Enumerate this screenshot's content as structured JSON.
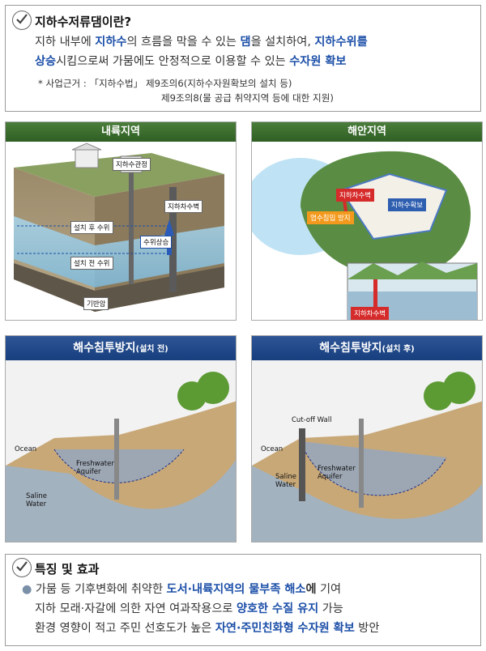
{
  "intro": {
    "heading": "지하수저류댐이란?",
    "line1": {
      "a": "지하 내부에 ",
      "b": "지하수",
      "c": "의 흐름을 막을 수 있는 ",
      "d": "댐",
      "e": "을 설치하여, ",
      "f": "지하수위를"
    },
    "line2": {
      "a": "상승",
      "b": "시킴으로써 가뭄에도 안정적으로 이용할 수 있는 ",
      "c": "수자원 확보"
    },
    "basis_label": "*  사업근거 : 「지하수법」 제9조의6(지하수자원확보의 설치 등)",
    "basis_line2": "제9조의8(물 공급 취약지역 등에 대한 지원)"
  },
  "panels": {
    "inland": {
      "title": "내륙지역",
      "labels": {
        "well": "지하수관정",
        "wall": "지하차수벽",
        "after": "설치 후 수위",
        "rise": "수위상승",
        "before": "설치 전 수위",
        "bedrock": "기반암"
      }
    },
    "coastal": {
      "title": "해안지역",
      "labels": {
        "wall": "지하차수벽",
        "secure": "지하수확보",
        "prevent": "염수침입 방지",
        "wall2": "지하차수벽"
      }
    },
    "before": {
      "title": "해수침투방지",
      "subtitle": "(설치 전)",
      "labels": {
        "ocean": "Ocean",
        "fresh": "Freshwater\nAquifer",
        "saline": "Saline\nWater"
      }
    },
    "after": {
      "title": "해수침투방지",
      "subtitle": "(설치 후)",
      "labels": {
        "cutoff": "Cut-off Wall",
        "ocean": "Ocean",
        "saline": "Saline\nWater",
        "fresh": "Freshwater\nAquifer"
      }
    }
  },
  "effects": {
    "heading": "특징 및 효과",
    "line1": {
      "a": "가뭄 등 기후변화에 취약한 ",
      "b": "도서·내륙지역의 물부족 해소",
      "c": "에",
      "d": " 기여"
    },
    "line2": {
      "a": "지하 모래·자갈에 의한 자연 여과작용으로 ",
      "b": "양호한 수질 유지",
      "c": " 가능"
    },
    "line3": {
      "a": "환경 영향이 적고 주민 선호도가 높은 ",
      "b": "자연·주민친화형 수자원 확보",
      "c": " 방안"
    }
  },
  "colors": {
    "accent_blue": "#1c4fa8",
    "header_green": "#3b6e2e",
    "header_navy": "#1f4a8a",
    "warning_red": "#d62b2b",
    "orange": "#f39a1e"
  }
}
